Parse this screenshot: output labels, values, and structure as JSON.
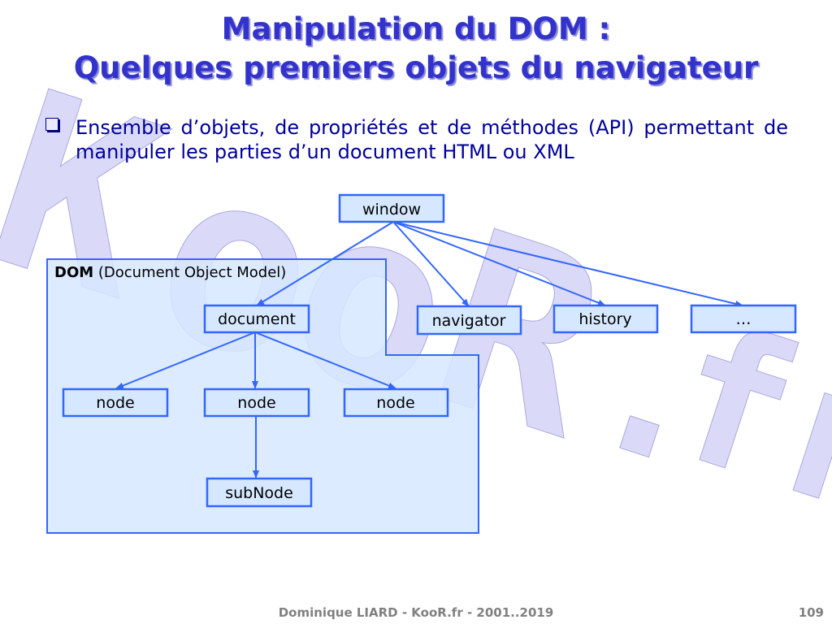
{
  "slide": {
    "title_line1": "Manipulation du DOM :",
    "title_line2": "Quelques premiers objets du navigateur",
    "bullet_text": "Ensemble d’objets, de propriétés et de méthodes (API) permettant de manipuler les parties d’un document HTML ou XML"
  },
  "diagram": {
    "dom_label_bold": "DOM",
    "dom_label_rest": " (Document Object Model)",
    "nodes": {
      "window": "window",
      "document": "document",
      "navigator": "navigator",
      "history": "history",
      "more": "…",
      "node1": "node",
      "node2": "node",
      "node3": "node",
      "subnode": "subNode"
    }
  },
  "watermark": {
    "text": "KooR.fr"
  },
  "footer": {
    "text": "Dominique LIARD - KooR.fr - 2001..2019",
    "page": "109"
  },
  "colors": {
    "title": "#3333cc",
    "bullet_text": "#000099",
    "box_fill": "#d6e8ff",
    "box_stroke": "#3366ff",
    "arrow": "#3366ff",
    "dom_region_fill": "#d6e8ff",
    "watermark": "#c8c8f4",
    "footer": "#808080"
  }
}
